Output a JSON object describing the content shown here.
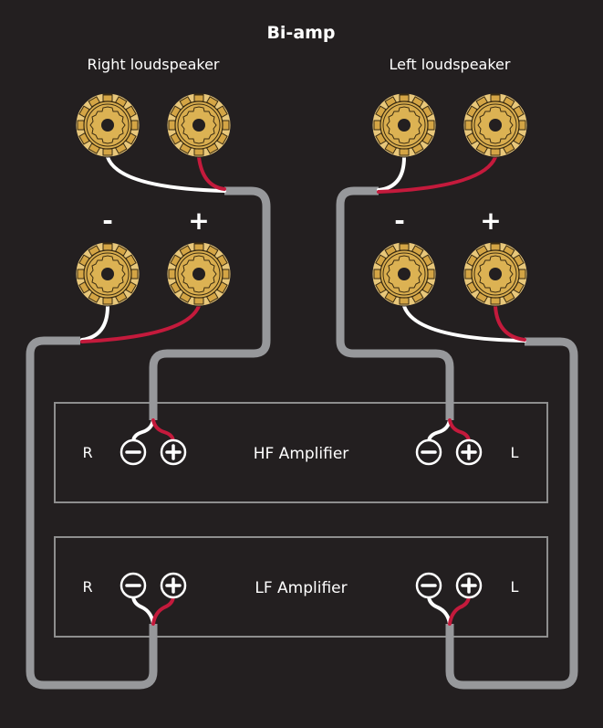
{
  "title": "Bi-amp",
  "speakers": {
    "right_label": "Right loudspeaker",
    "left_label": "Left loudspeaker",
    "minus_symbol": "-",
    "plus_symbol": "+"
  },
  "amplifiers": [
    {
      "label": "HF Amplifier",
      "left_channel": "R",
      "right_channel": "L"
    },
    {
      "label": "LF Amplifier",
      "left_channel": "R",
      "right_channel": "L"
    }
  ],
  "colors": {
    "background": "#231f20",
    "terminal_gold": "#d9ad4e",
    "terminal_light": "#e8c77a",
    "cable_gray": "#97989b",
    "wire_positive": "#c41a3c",
    "wire_negative": "#ffffff",
    "box_border": "#8e8e8e"
  },
  "icons": {
    "terminal": "binding-post-icon",
    "amp_minus": "minus-circle-icon",
    "amp_plus": "plus-circle-icon"
  }
}
